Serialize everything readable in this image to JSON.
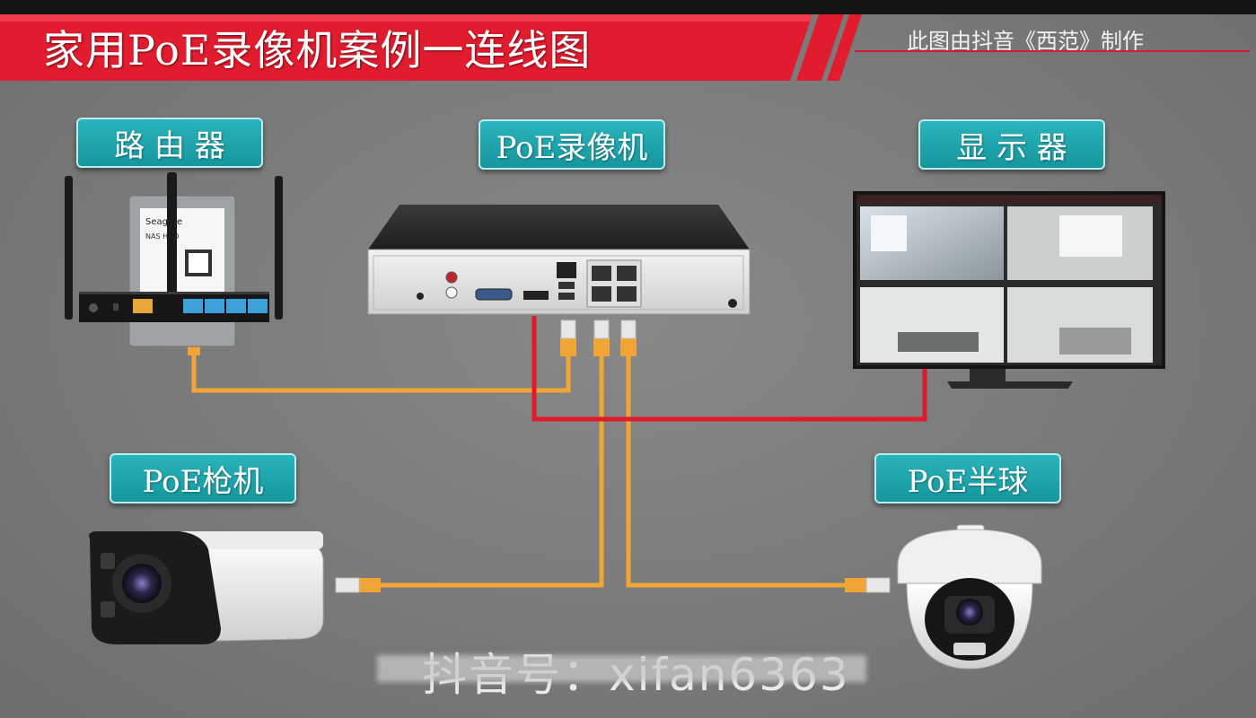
{
  "title": "家用PoE录像机案例一连线图",
  "credit": "此图由抖音《西范》制作",
  "colors": {
    "banner_red": "#e01c2e",
    "label_teal": "#1aa3aa",
    "network_cable": "#f0a534",
    "hdmi_cable": "#e0192b",
    "background": "#7b7b7b"
  },
  "labels": {
    "router": "路 由 器",
    "nvr": "PoE录像机",
    "monitor": "显 示 器",
    "bullet_camera": "PoE枪机",
    "dome_camera": "PoE半球"
  },
  "devices": {
    "hdd": {
      "brand": "Seagate",
      "model": "NAS HDD"
    },
    "nvr_ports": [
      "12V DC",
      "AUDIO",
      "VGA",
      "HDMI",
      "LAN/USB",
      "POE"
    ],
    "router_ports": [
      "DC",
      "Reset",
      "WAN",
      "LAN"
    ],
    "monitor_icons": [
      "camera-icon",
      "record-icon",
      "zoom-icon",
      "settings-icon"
    ]
  },
  "watermark": {
    "text": "抖音号：xifan6363",
    "icon": "tiktok-icon"
  }
}
